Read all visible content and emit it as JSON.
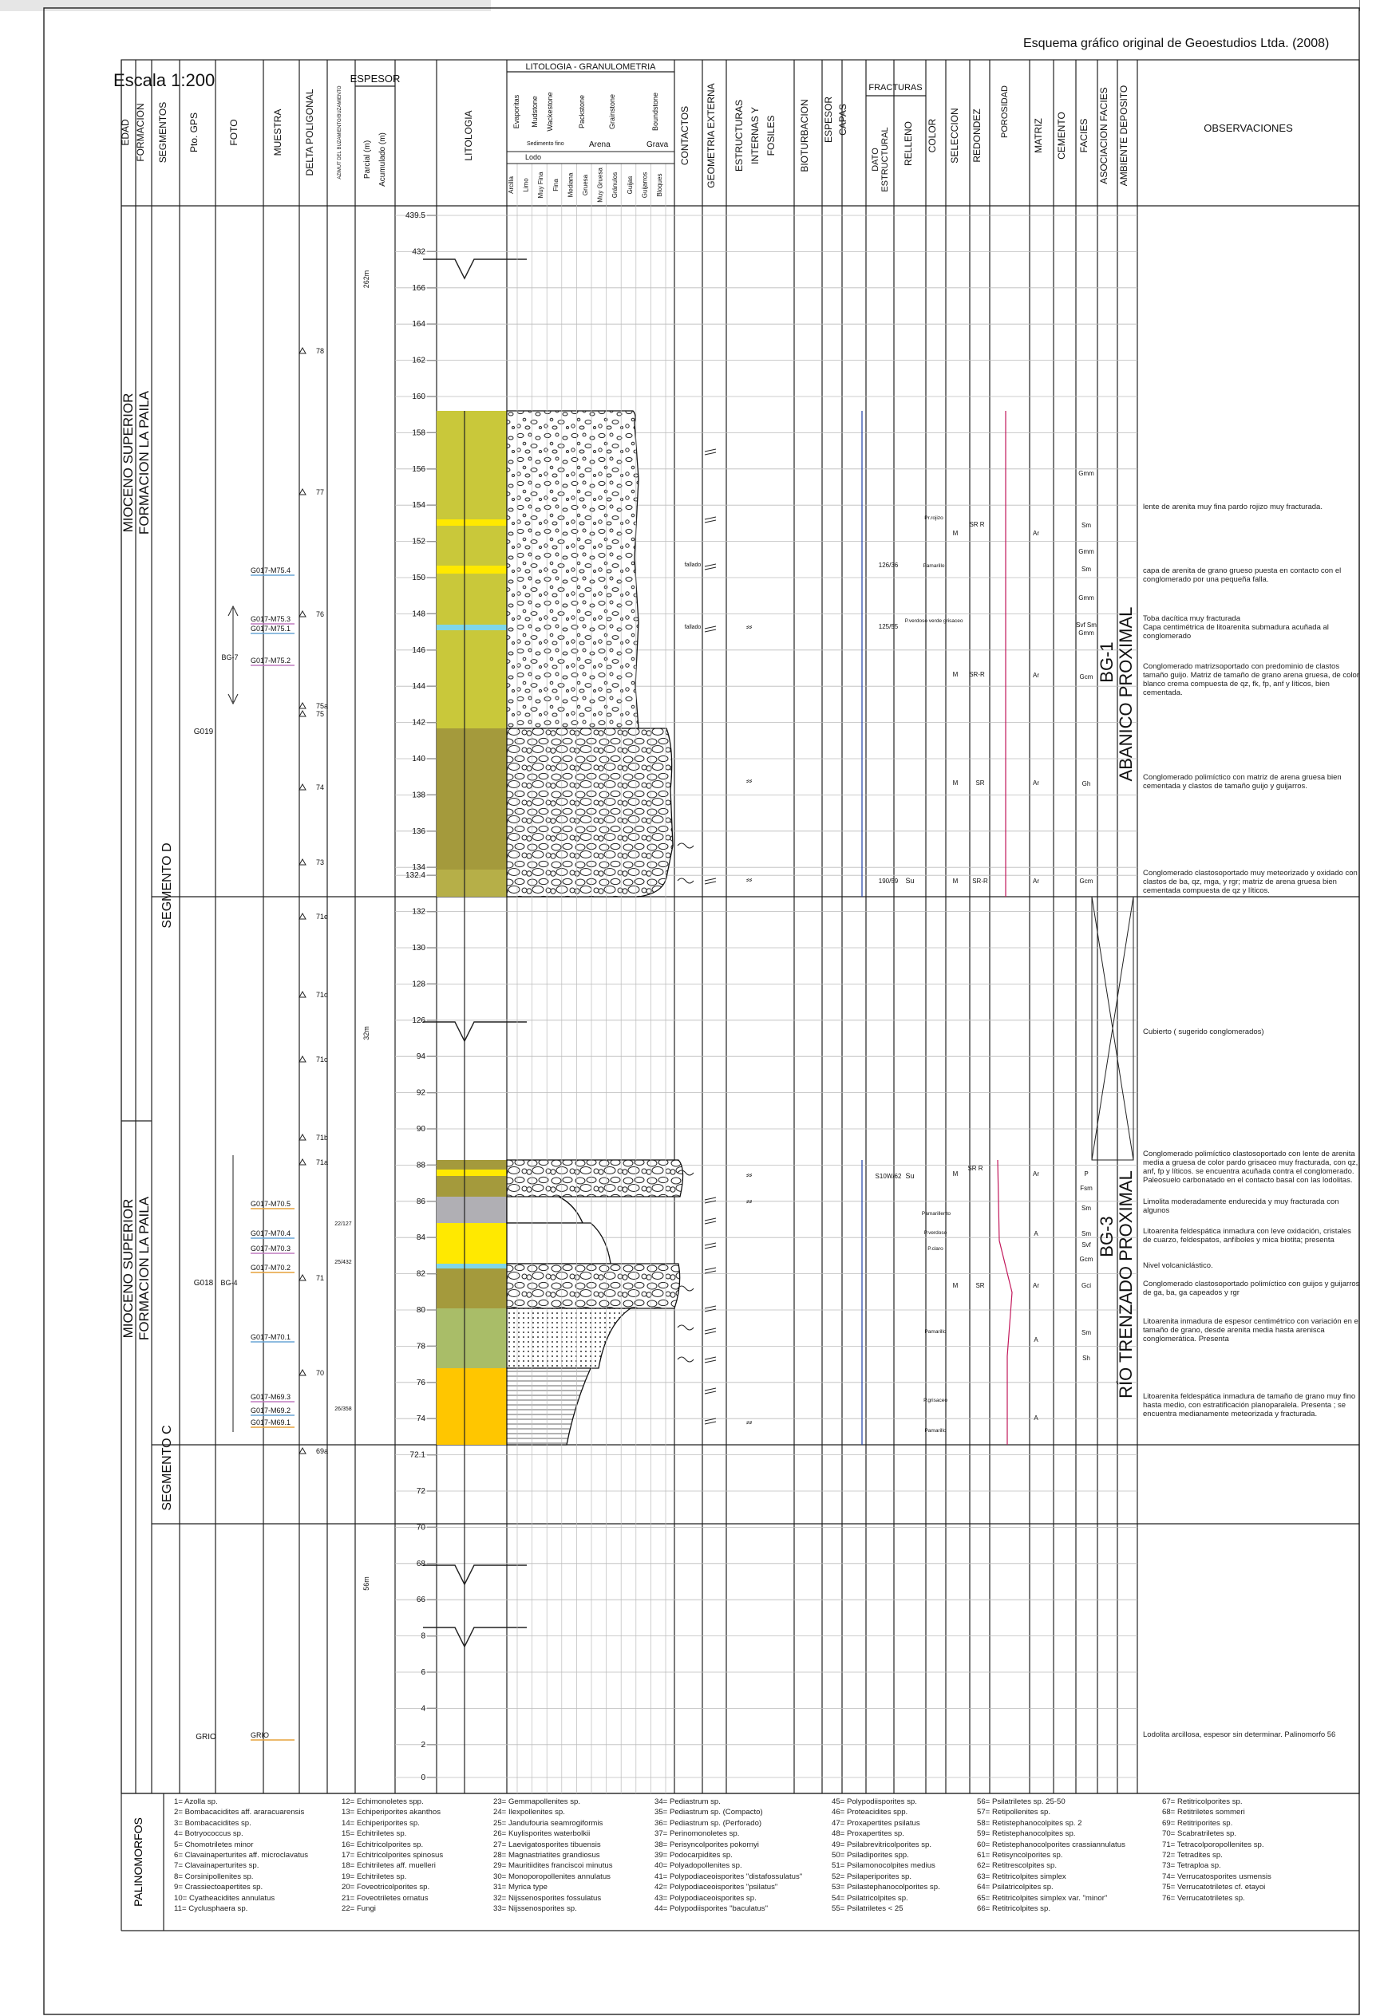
{
  "credit": "Esquema gráfico original de Geoestudios Ltda. (2008)",
  "scale": "Escala 1:200",
  "headers": {
    "edad": "EDAD",
    "formacion": "FORMACION",
    "segmentos": "SEGMENTOS",
    "gps": "Pto. GPS",
    "foto": "FOTO",
    "muestra": "MUESTRA",
    "delta": "DELTA POLIGONAL",
    "azimut": "AZIMUT DEL BUZAMIENTO/BUZAMIENTO",
    "espesor": "ESPESOR",
    "parcial": "Parcial (m)",
    "acumulado": "Acumulado (m)",
    "litologia": "LITOLOGIA",
    "granulo": "LITOLOGIA - GRANULOMETRIA",
    "gran_top": [
      "Evaporitas",
      "Mudstone",
      "Wackestone",
      "Packstone",
      "Grainstone",
      "Boundstone"
    ],
    "sedimentos": "Sedimento fino",
    "lodo": "Lodo",
    "arena": "Arena",
    "grava": "Grava",
    "gran_bottom": [
      "Arcilla",
      "Limo",
      "Muy Fina",
      "Fina",
      "Mediana",
      "Gruesa",
      "Muy Gruesa",
      "Gránulos",
      "Guijas",
      "Guijarros",
      "Bloques"
    ],
    "contactos": "CONTACTOS",
    "geometria": "GEOMETRIA EXTERNA",
    "estructuras": "ESTRUCTURAS INTERNAS Y FOSILES",
    "bioturbacion": "BIOTURBACION",
    "espesor_capas": "ESPESOR CAPAS",
    "fracturas": "FRACTURAS",
    "dato": "DATO ESTRUCTURAL",
    "relleno": "RELLENO",
    "color": "COLOR",
    "seleccion": "SELECCION",
    "redondez": "REDONDEZ",
    "porosidad": "POROSIDAD",
    "matriz": "MATRIZ",
    "cemento": "CEMENTO",
    "facies": "FACIES",
    "asociacion": "ASOCIACION FACIES",
    "ambiente": "AMBIENTE DEPOSITO",
    "observaciones": "OBSERVACIONES"
  },
  "left_labels": {
    "edad_top": "MIOCENO SUPERIOR",
    "formacion_top": "FORMACION LA PAILA",
    "edad_bottom": "MIOCENO SUPERIOR",
    "formacion_bottom": "FORMACION LA PAILA",
    "segmento_d": "SEGMENTO D",
    "segmento_c": "SEGMENTO C",
    "gps": [
      "G019",
      "G018",
      "GRIO"
    ],
    "foto": [
      "BG-7",
      "BG-4"
    ],
    "parcial": [
      "262m",
      "32m",
      "56m"
    ]
  },
  "muestras": [
    "G017-M75.4",
    "G017-M75.3",
    "G017-M75.1",
    "G017-M75.2",
    "G017-M70.5",
    "G017-M70.4",
    "G017-M70.3",
    "G017-M70.2",
    "G017-M70.1",
    "G017-M69.3",
    "G017-M69.2",
    "G017-M69.1",
    "GRIO"
  ],
  "deltas": [
    "78",
    "77",
    "76",
    "75a",
    "75",
    "74",
    "73",
    "71e",
    "71d",
    "71c",
    "71b",
    "71a",
    "71",
    "70",
    "69a"
  ],
  "azimuts": [
    "22/127",
    "25/432",
    "26/358"
  ],
  "depth_ticks": [
    "439.5",
    "432",
    "166",
    "164",
    "162",
    "160",
    "158",
    "156",
    "154",
    "152",
    "150",
    "148",
    "146",
    "144",
    "142",
    "140",
    "138",
    "136",
    "134",
    "132.4",
    "132",
    "130",
    "128",
    "126",
    "94",
    "92",
    "90",
    "88",
    "86",
    "84",
    "82",
    "80",
    "78",
    "76",
    "74",
    "72.1",
    "72",
    "70",
    "68",
    "66",
    "8",
    "6",
    "4",
    "2",
    "0"
  ],
  "contact_labels": [
    "fallado",
    "fallado"
  ],
  "fracture_data": [
    "126/36",
    "125/55",
    "190/59",
    "S10W/62"
  ],
  "relleno": [
    "Su",
    "Su"
  ],
  "colors": [
    "Pr.rojizo",
    "Pamarillo",
    "P.verdoso verde grisaceo",
    "Pamarillento",
    "P.verdoso",
    "P.claro",
    "Pamarillo",
    "P.grisaceo",
    "Pamarillo"
  ],
  "seleccion": [
    "M",
    "M",
    "M",
    "M",
    "M",
    "M"
  ],
  "redondez": [
    "SR R",
    "SR-R",
    "SR",
    "SR-R",
    "SR R",
    "SR"
  ],
  "matriz": [
    "Ar",
    "Ar",
    "Ar",
    "Ar",
    "Ar",
    "A",
    "Ar",
    "A",
    "A"
  ],
  "facies": [
    "Gmm",
    "Sm",
    "Gmm",
    "Sm",
    "Gmm",
    "Svf Sm",
    "Gmm",
    "Gcm",
    "Gh",
    "Gcm",
    "P",
    "Fsm",
    "Sm",
    "Sm",
    "Svf",
    "Gcm",
    "Gci",
    "Sm",
    "Sh"
  ],
  "asociacion": [
    "BG-1",
    "BG-3"
  ],
  "ambiente": [
    "ABANICO PROXIMAL",
    "RÍO TRENZADO PROXIMAL"
  ],
  "observaciones": [
    "lente de arenita muy fina pardo rojizo muy fracturada.",
    "capa de arenita de grano grueso puesta en contacto con el conglomerado por una pequeña falla.",
    "Toba dacítica muy fracturada",
    "Capa centimétrica de litoarenita submadura acuñada al conglomerado",
    "Conglomerado matrizsoportado con predominio de clastos tamaño guijo. Matriz de tamaño de grano arena gruesa, de color blanco crema compuesta de qz, fk, fp, anf y líticos, bien cementada.",
    "Conglomerado polimíctico con matriz de arena gruesa bien cementada y clastos de tamaño guijo y guijarros.",
    "Conglomerado clastosoportado muy meteorizado y oxidado con clastos de ba, qz, mga, y rgr; matriz de arena gruesa bien cementada compuesta de qz y líticos.",
    "Cubierto ( sugerido conglomerados)",
    "Conglomerado polimíctico clastosoportado con lente de arenita media a gruesa de color pardo grisaceo muy fracturada, con qz, anf, fp y líticos. se encuentra acuñada contra el conglomerado. Paleosuelo carbonatado en el contacto basal con las lodolitas.",
    "Limolita moderadamente endurecida y muy fracturada con algunos",
    "Litoarenita feldespática inmadura con leve oxidación, cristales de cuarzo, feldespatos, anfíboles y mica biotita; presenta",
    "Nivel volcaniclástico.",
    "Conglomerado clastosoportado polimíctico con guijos y guijarros de ga, ba, ga capeados y rgr",
    "Litoarenita inmadura de espesor centimétrico con variación en el tamaño de grano, desde arenita media hasta arenisca conglomerática. Presenta",
    "Litoarenita feldespática inmadura de tamaño de grano muy fino hasta medio, con estratificación planoparalela. Presenta ; se encuentra medianamente meteorizada y fracturada.",
    "Lodolita arcillosa, espesor sin determinar. Palinomorfo 56"
  ],
  "palinomorfos_label": "PALINOMORFOS",
  "palinomorfos": [
    [
      "1= Azolla sp.",
      "2= Bombacacidites aff. araracuarensis",
      "3= Bombacacidites sp.",
      "4= Botryococcus sp.",
      "5= Chomotriletes minor",
      "6= Clavainaperturites aff. microclavatus",
      "7= Clavainaperturites sp.",
      "8= Corsinipollenites sp.",
      "9= Crassiectoapertites sp.",
      "10= Cyatheacidites annulatus",
      "11= Cyclusphaera sp."
    ],
    [
      "12= Echimonoletes spp.",
      "13= Echiperiporites akanthos",
      "14= Echiperiporites sp.",
      "15= Echitriletes sp.",
      "16= Echitricolporites sp.",
      "17= Echitricolporites spinosus",
      "18= Echitriletes aff. muelleri",
      "19= Echitriletes sp.",
      "20= Foveotricolporites sp.",
      "21= Foveotriletes ornatus",
      "22= Fungi"
    ],
    [
      "23= Gemmapollenites sp.",
      "24= Ilexpollenites sp.",
      "25= Jandufouria seamrogiformis",
      "26= Kuylisporites waterbolkii",
      "27= Laevigatosporites tibuensis",
      "28= Magnastriatites grandiosus",
      "29= Mauritiidites franciscoi minutus",
      "30= Monoporopollenites annulatus",
      "31= Myrica type",
      "32= Nijssenosporites fossulatus",
      "33= Nijssenosporites sp."
    ],
    [
      "34= Pediastrum sp.",
      "35= Pediastrum sp. (Compacto)",
      "36= Pediastrum sp. (Perforado)",
      "37= Perinomonoletes sp.",
      "38= Perisyncolporites pokornyi",
      "39= Podocarpidites sp.",
      "40= Polyadopollenites sp.",
      "41= Polypodiaceoisporites \"distafossulatus\"",
      "42= Polypodiaceoisporites \"psilatus\"",
      "43= Polypodiaceoisporites sp.",
      "44= Polypodiisporites \"baculatus\""
    ],
    [
      "45= Polypodiisporites sp.",
      "46= Proteacidites spp.",
      "47= Proxapertites psilatus",
      "48= Proxapertites sp.",
      "49= Psilabrevitricolporites sp.",
      "50= Psiladiporites spp.",
      "51= Psilamonocolpites medius",
      "52= Psilaperiporites sp.",
      "53= Psilastephanocolporites sp.",
      "54= Psilatricolpites sp.",
      "55= Psilatriletes < 25"
    ],
    [
      "56= Psilatriletes sp. 25-50",
      "57= Retipollenites sp.",
      "58= Retistephanocolpites sp. 2",
      "59= Retistephanocolpites sp.",
      "60= Retistephanocolporites crassiannulatus",
      "61= Retisyncolporites sp.",
      "62= Retitrescolpites sp.",
      "63= Retitricolpites simplex",
      "64= Psilatricolpites sp.",
      "65= Retitricolpites simplex var. \"minor\"",
      "66= Retitricolpites sp."
    ],
    [
      "67= Retitricolporites sp.",
      "68= Retitriletes sommeri",
      "69= Retitriporites sp.",
      "70= Scabratriletes sp.",
      "71= Tetracolporopollenites sp.",
      "72= Tetradites sp.",
      "73= Tetraploa sp.",
      "74= Verrucatosporites usmensis",
      "75= Verrucatotriletes cf. etayoi",
      "76= Verrucatotriletes sp."
    ]
  ]
}
